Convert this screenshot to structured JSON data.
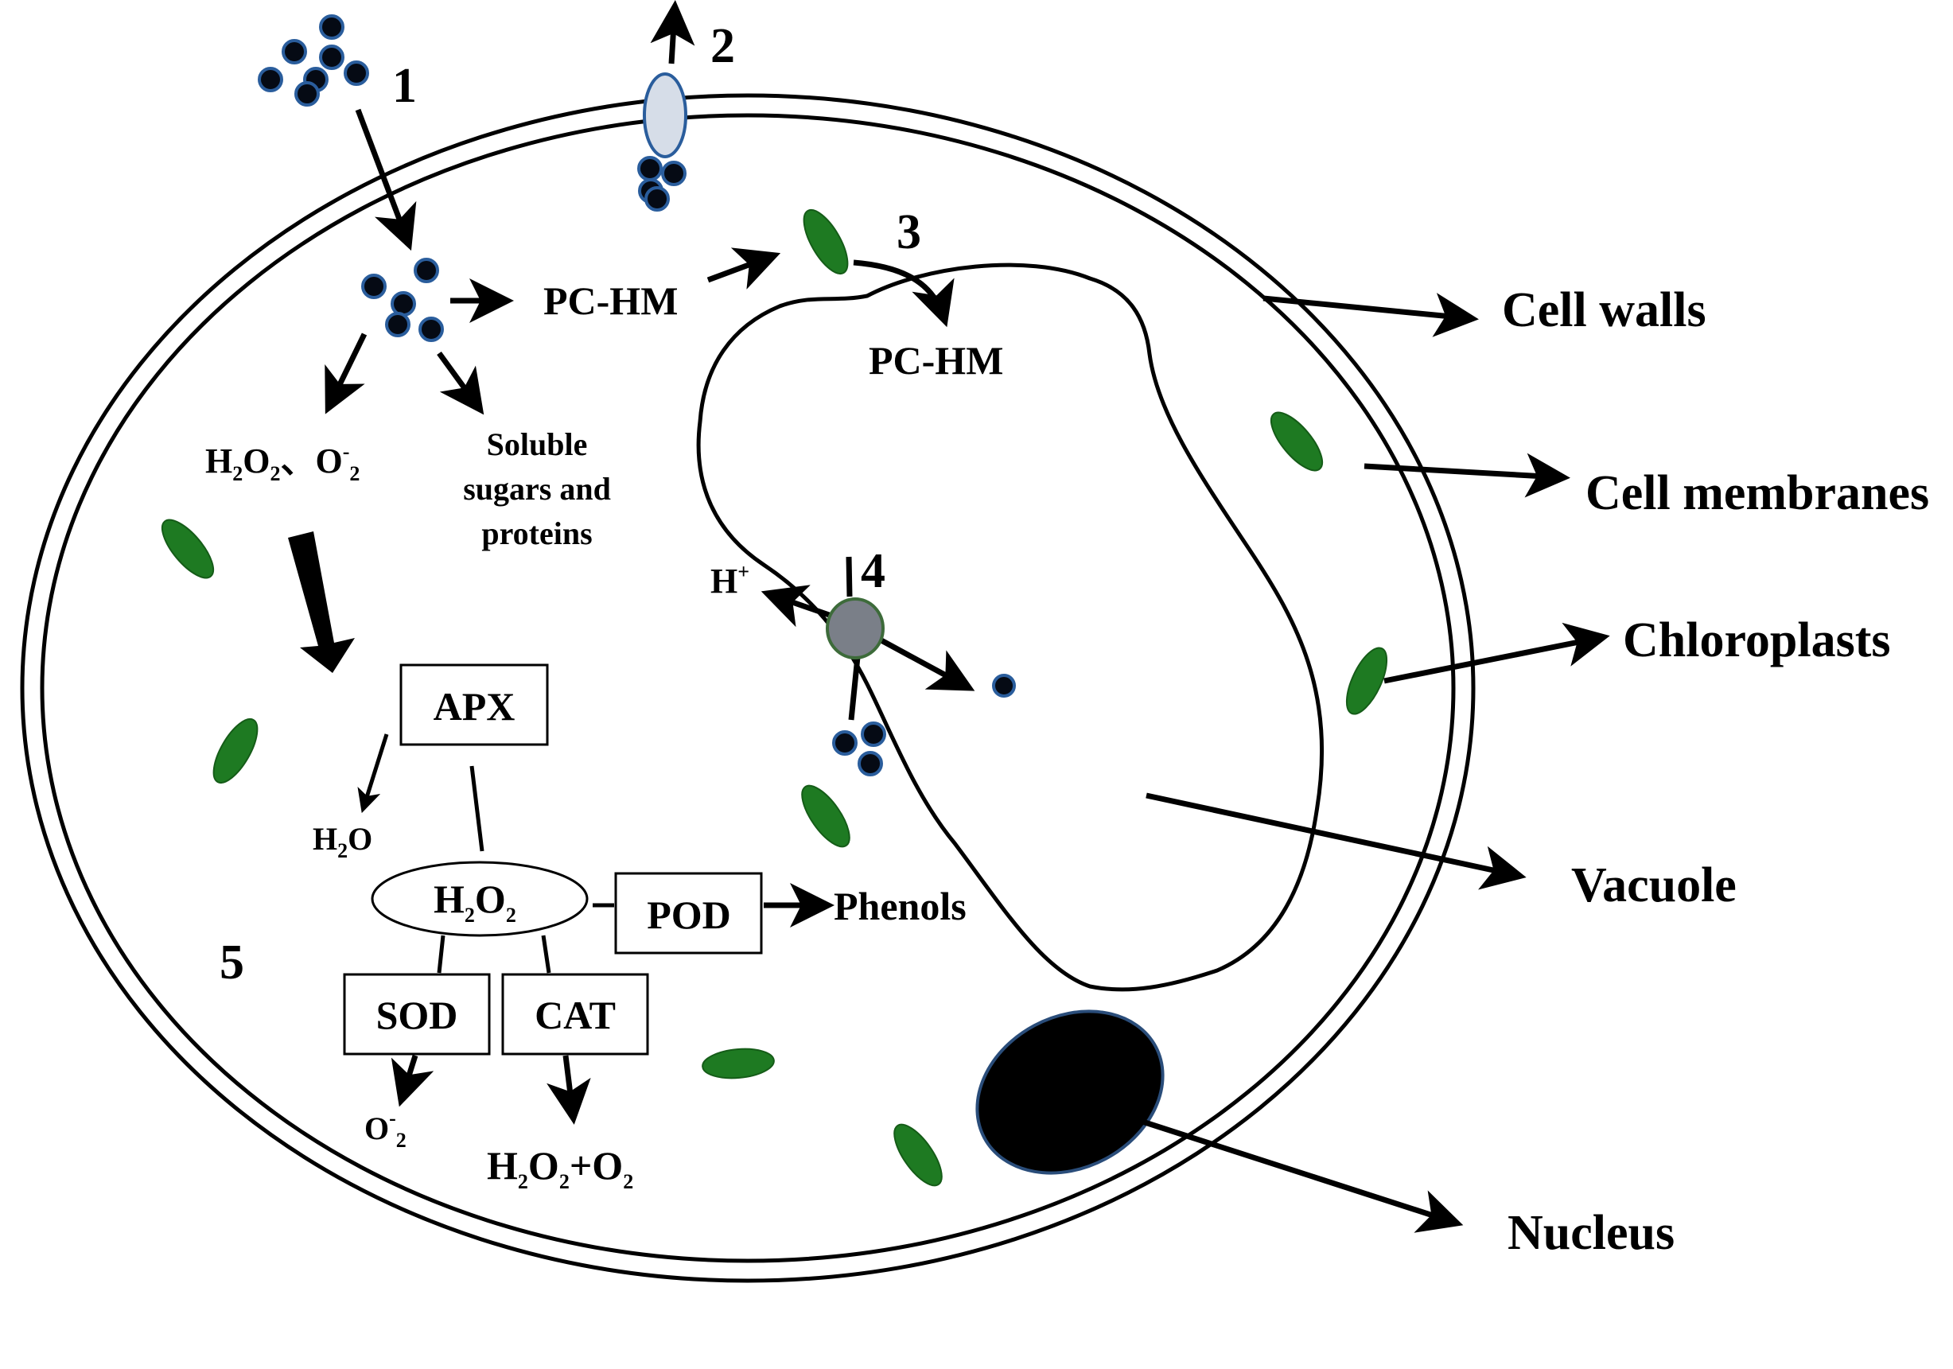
{
  "steps": {
    "s1": "1",
    "s2": "2",
    "s3": "3",
    "s4": "4",
    "s5": "5"
  },
  "metabolites": {
    "pc_hm_cytosol": "PC-HM",
    "pc_hm_vacuole": "PC-HM",
    "ros_label": "H2O2、O-2",
    "soluble": [
      "Soluble",
      "sugars and",
      "proteins"
    ],
    "proton": "H+",
    "h2o": "H2O",
    "h2o2_center": "H2O2",
    "phenols": "Phenols",
    "superoxide": "O-2",
    "h2o2_o2": "H2O2+O2"
  },
  "enzymes": {
    "apx": "APX",
    "pod": "POD",
    "sod": "SOD",
    "cat": "CAT"
  },
  "structures": {
    "cell_walls": "Cell walls",
    "cell_membranes": "Cell membranes",
    "chloroplasts": "Chloroplasts",
    "vacuole": "Vacuole",
    "nucleus": "Nucleus"
  },
  "colors": {
    "heavy_metal_ion": "#050a14",
    "ion_outline": "#2a5d9c",
    "chloroplast": "#1e7a22",
    "membrane_transporter": "#d6dde8",
    "tonoplast_transporter": "#7a7f88",
    "nucleus": "#000000"
  }
}
